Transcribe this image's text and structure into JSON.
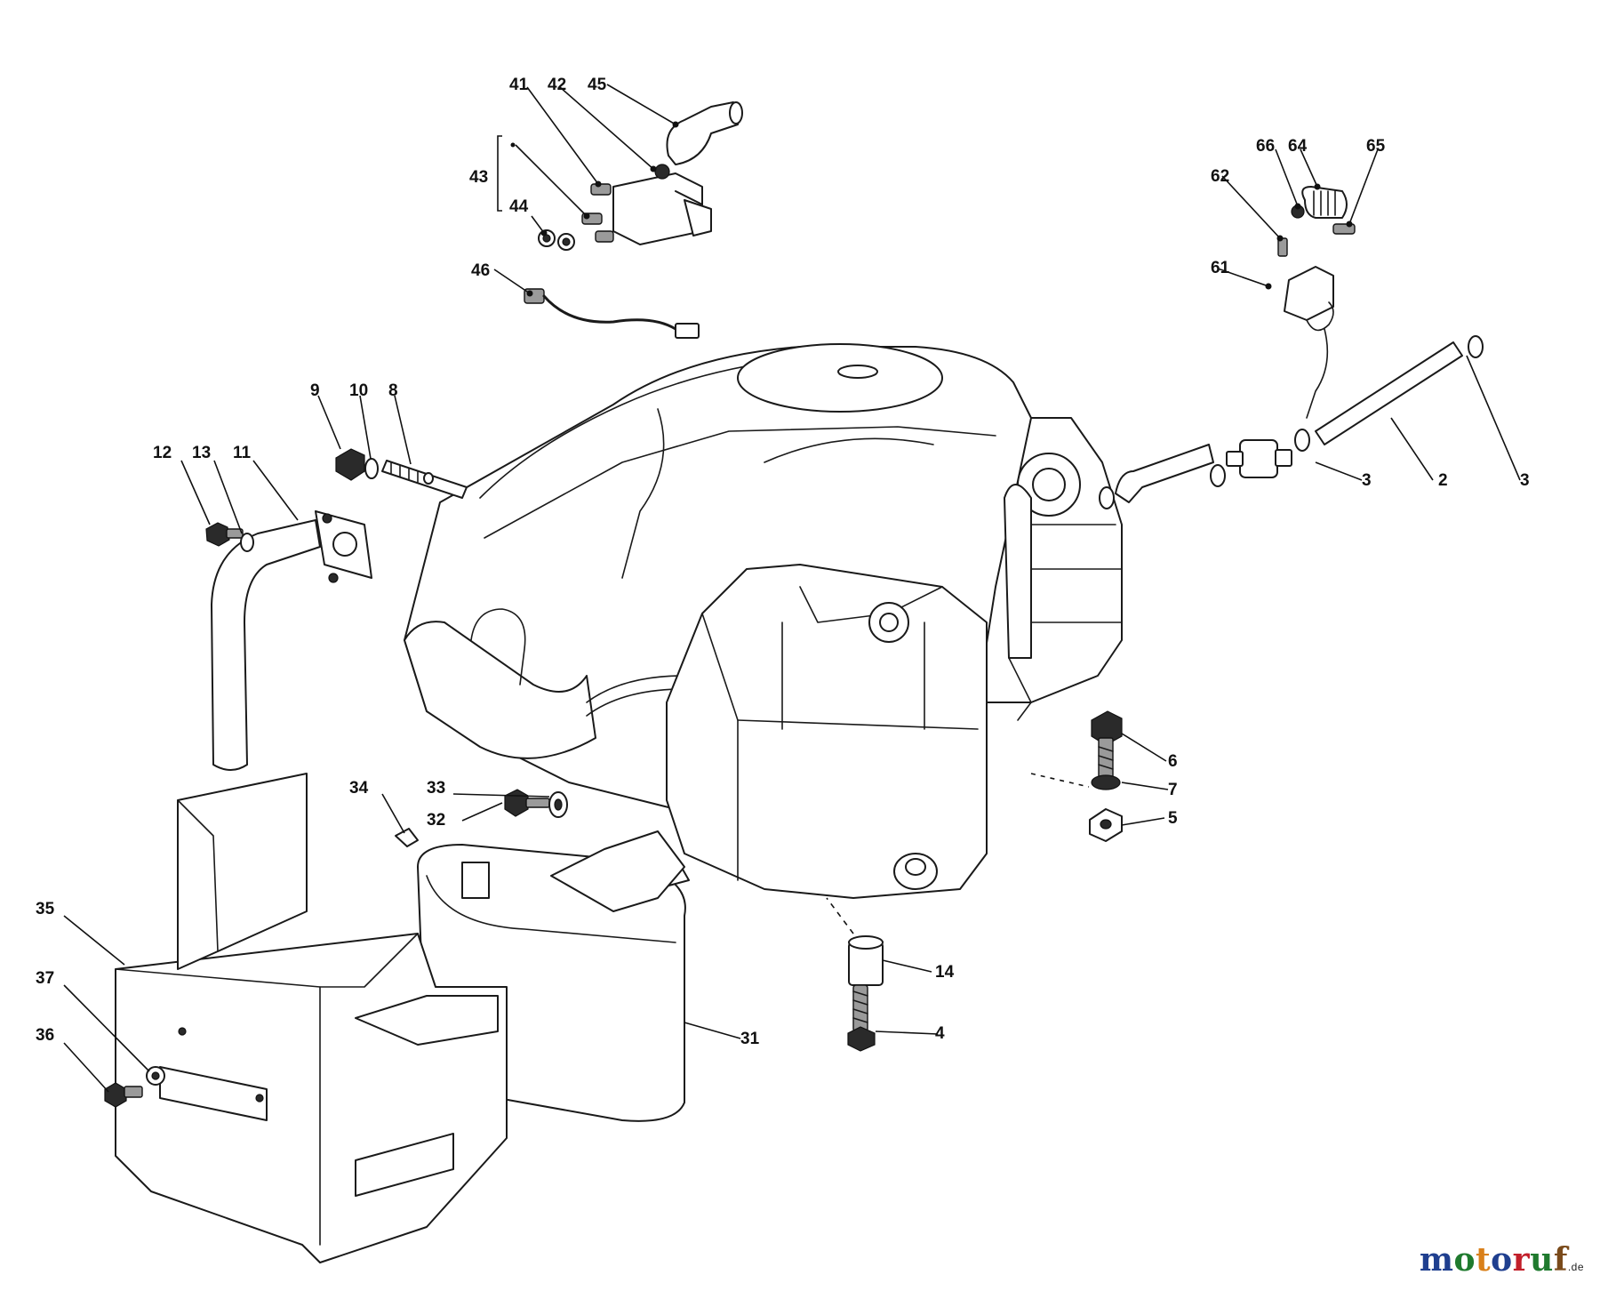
{
  "diagram": {
    "part_numbers": [
      "41",
      "42",
      "45",
      "43",
      "44",
      "46",
      "66",
      "64",
      "65",
      "62",
      "61",
      "9",
      "10",
      "8",
      "12",
      "13",
      "11",
      "3",
      "2",
      "3",
      "6",
      "7",
      "5",
      "34",
      "33",
      "32",
      "35",
      "37",
      "36",
      "14",
      "31",
      "4"
    ]
  },
  "watermark": {
    "letters": [
      "m",
      "o",
      "t",
      "o",
      "r",
      "u",
      "f"
    ],
    "letter_colors": [
      "#1f3f8f",
      "#1f7a2e",
      "#d9801a",
      "#1f3f8f",
      "#c21f2a",
      "#1f7a2e",
      "#7a4a1a"
    ],
    "suffix": ".de"
  }
}
